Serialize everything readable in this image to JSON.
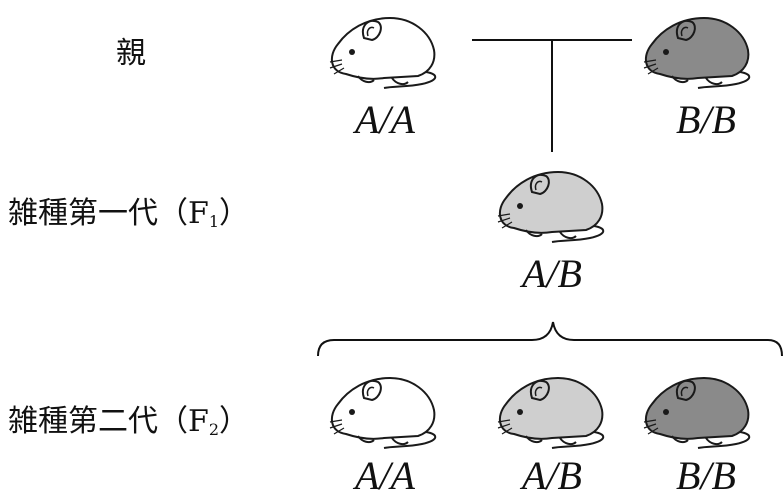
{
  "labels": {
    "parents": "親",
    "f1_prefix": "雑種第一代（F",
    "f1_sub": "1",
    "f1_suffix": "）",
    "f2_prefix": "雑種第二代（F",
    "f2_sub": "2",
    "f2_suffix": "）"
  },
  "genotypes": {
    "parent_left": "A/A",
    "parent_right": "B/B",
    "f1": "A/B",
    "f2_left": "A/A",
    "f2_middle": "A/B",
    "f2_right": "B/B"
  },
  "colors": {
    "white_mouse": "#ffffff",
    "light_mouse": "#cfcfcf",
    "dark_mouse": "#8a8a8a",
    "outline": "#1a1a1a"
  }
}
